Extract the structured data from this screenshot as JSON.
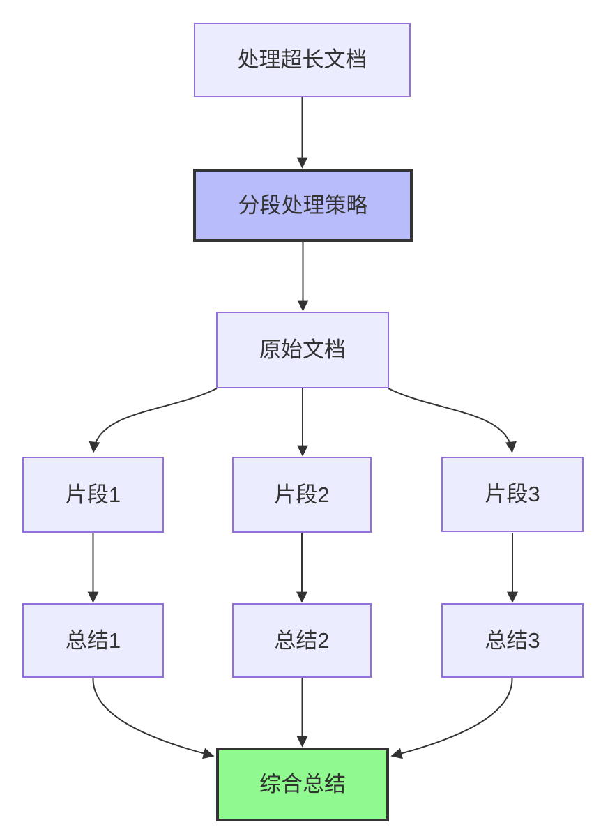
{
  "diagram": {
    "type": "flowchart",
    "direction": "top-down",
    "nodes": {
      "process_long_doc": {
        "label": "处理超长文档",
        "style": "default"
      },
      "segmentation_strategy": {
        "label": "分段处理策略",
        "style": "highlight-purple"
      },
      "original_doc": {
        "label": "原始文档",
        "style": "default"
      },
      "fragment_1": {
        "label": "片段1",
        "style": "default"
      },
      "fragment_2": {
        "label": "片段2",
        "style": "default"
      },
      "fragment_3": {
        "label": "片段3",
        "style": "default"
      },
      "summary_1": {
        "label": "总结1",
        "style": "default"
      },
      "summary_2": {
        "label": "总结2",
        "style": "default"
      },
      "summary_3": {
        "label": "总结3",
        "style": "default"
      },
      "final_summary": {
        "label": "综合总结",
        "style": "highlight-green"
      }
    },
    "edges": [
      {
        "from": "处理超长文档",
        "to": "分段处理策略",
        "shape": "straight"
      },
      {
        "from": "分段处理策略",
        "to": "原始文档",
        "shape": "straight"
      },
      {
        "from": "原始文档",
        "to": "片段1",
        "shape": "curved"
      },
      {
        "from": "原始文档",
        "to": "片段2",
        "shape": "straight"
      },
      {
        "from": "原始文档",
        "to": "片段3",
        "shape": "curved"
      },
      {
        "from": "片段1",
        "to": "总结1",
        "shape": "straight"
      },
      {
        "from": "片段2",
        "to": "总结2",
        "shape": "straight"
      },
      {
        "from": "片段3",
        "to": "总结3",
        "shape": "straight"
      },
      {
        "from": "总结1",
        "to": "综合总结",
        "shape": "curved"
      },
      {
        "from": "总结2",
        "to": "综合总结",
        "shape": "straight"
      },
      {
        "from": "总结3",
        "to": "综合总结",
        "shape": "curved"
      }
    ],
    "colors": {
      "node-fill": "#ECECFF",
      "node-border": "#9370DB",
      "strategy-fill": "#B9BCFA",
      "emphasis-border": "#333333",
      "final-fill": "#90FA90",
      "edge-color": "#333333",
      "text-color": "#333333",
      "canvas-bg": "#FFFFFF"
    }
  }
}
